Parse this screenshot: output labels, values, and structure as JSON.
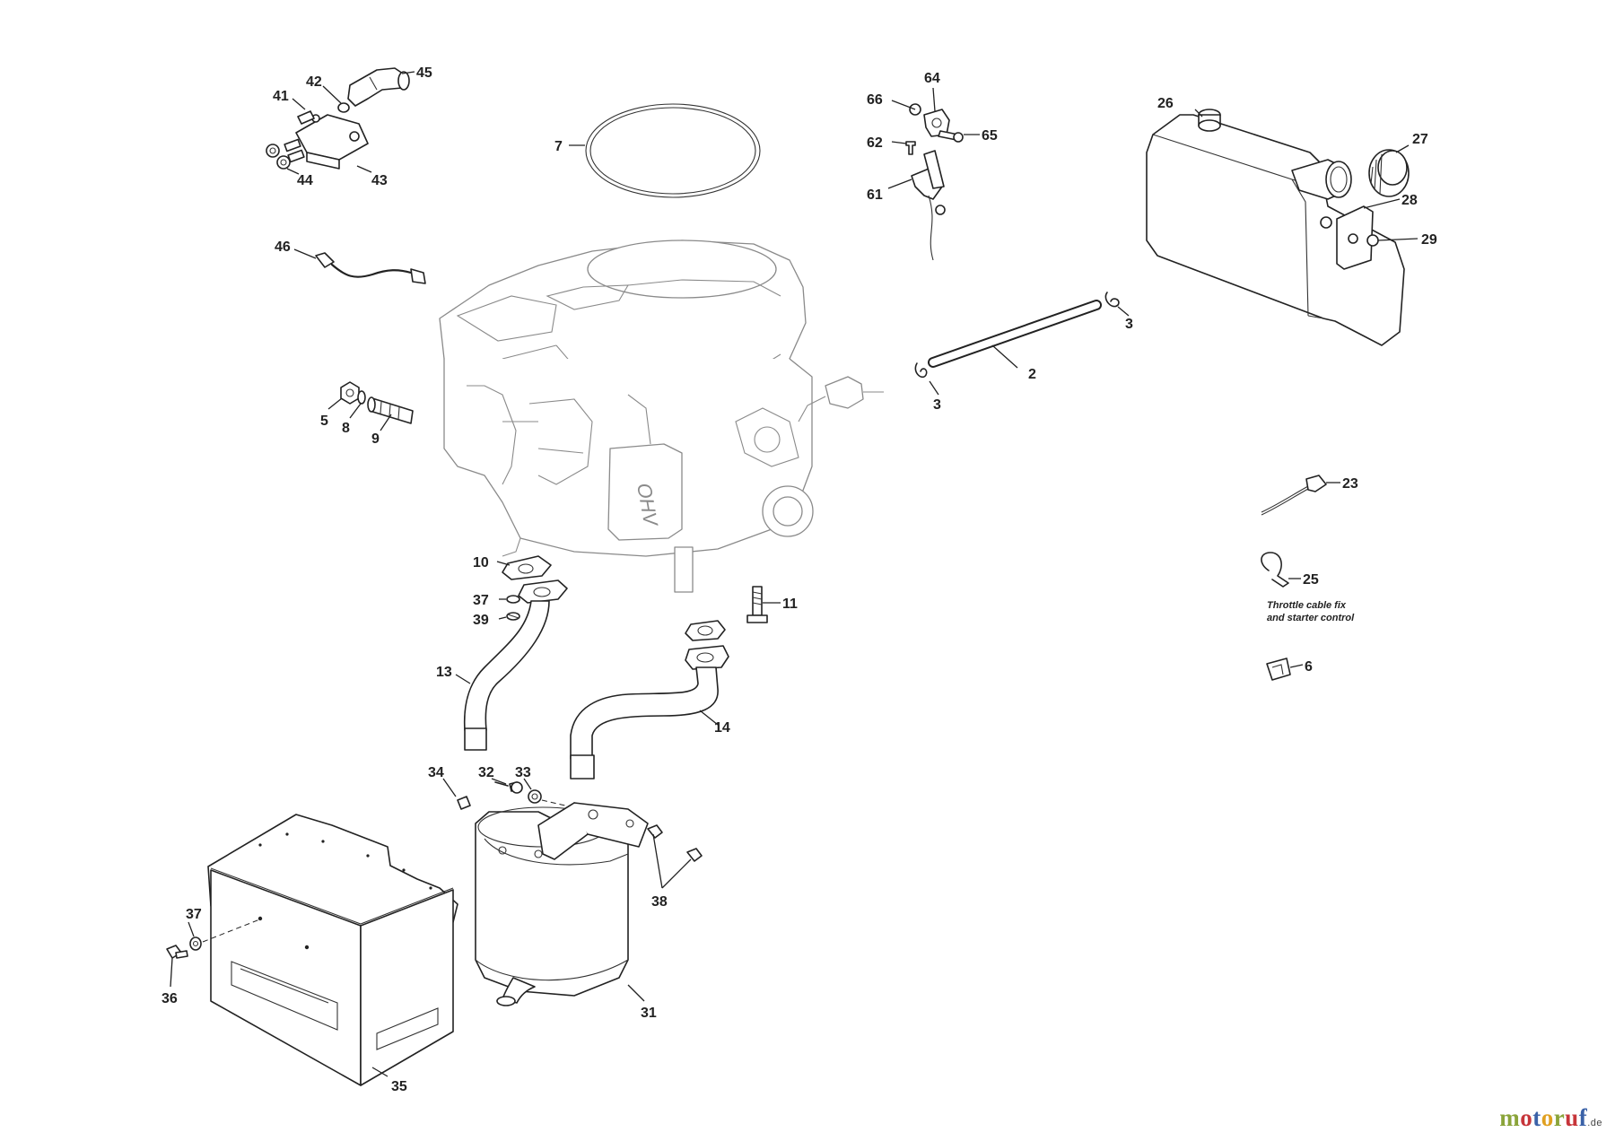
{
  "labels": {
    "p2": "2",
    "p3a": "3",
    "p3b": "3",
    "p5": "5",
    "p6": "6",
    "p7": "7",
    "p8": "8",
    "p9": "9",
    "p10": "10",
    "p11": "11",
    "p13": "13",
    "p14": "14",
    "p23": "23",
    "p25": "25",
    "p26": "26",
    "p27": "27",
    "p28": "28",
    "p29": "29",
    "p31": "31",
    "p32": "32",
    "p33": "33",
    "p34": "34",
    "p35": "35",
    "p36": "36",
    "p37a": "37",
    "p37b": "37",
    "p38": "38",
    "p39": "39",
    "p41": "41",
    "p42": "42",
    "p43": "43",
    "p44": "44",
    "p45": "45",
    "p46": "46",
    "p61": "61",
    "p62": "62",
    "p64": "64",
    "p65": "65",
    "p66": "66"
  },
  "note": {
    "line1": "Throttle cable fix",
    "line2": "and starter control"
  },
  "engine_marking": "OHV",
  "logo": {
    "m": "m",
    "o1": "o",
    "t": "t",
    "o2": "o",
    "r": "r",
    "u": "u",
    "f": "f",
    "tld": ".de"
  }
}
